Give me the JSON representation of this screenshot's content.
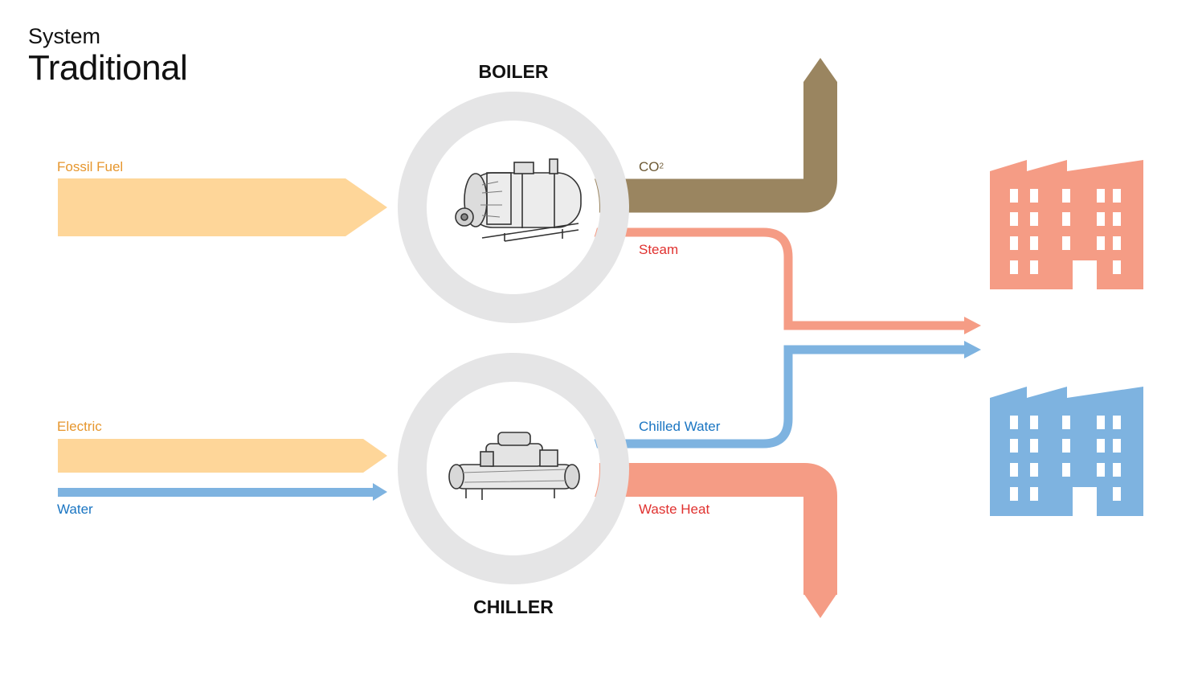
{
  "header": {
    "eyebrow": "System",
    "title": "Traditional"
  },
  "units": {
    "boiler": {
      "title": "BOILER"
    },
    "chiller": {
      "title": "CHILLER"
    }
  },
  "flows": {
    "fossil_fuel": {
      "label": "Fossil Fuel",
      "color": "#fed699"
    },
    "electric": {
      "label": "Electric",
      "color": "#fed699"
    },
    "water": {
      "label": "Water",
      "color": "#7eb3e0"
    },
    "co2": {
      "label": "CO",
      "subscript": "2",
      "color": "#9a8560"
    },
    "steam": {
      "label": "Steam",
      "color": "#f59c85"
    },
    "chilled_water": {
      "label": "Chilled Water",
      "color": "#7eb3e0"
    },
    "waste_heat": {
      "label": "Waste Heat",
      "color": "#f59c85"
    }
  },
  "label_colors": {
    "input": "#e6962d",
    "water": "#1a75c2",
    "co2": "#6e5a35",
    "heat": "#e0312f"
  },
  "ring_color": "#e5e5e6",
  "buildings": [
    {
      "name": "heated-building",
      "color": "#f59c85"
    },
    {
      "name": "cooled-building",
      "color": "#7eb3e0"
    }
  ]
}
